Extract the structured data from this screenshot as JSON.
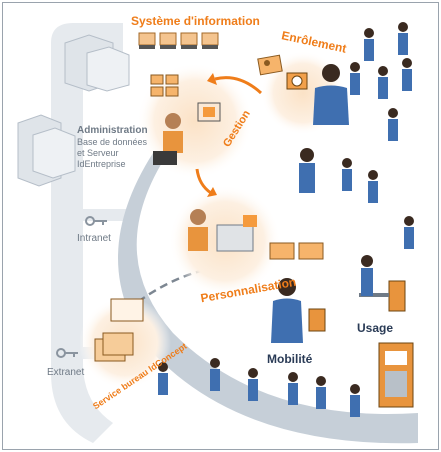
{
  "labels": {
    "systeme": "Système d'information",
    "enrolement": "Enrôlement",
    "gestion": "Gestion",
    "personnalisation": "Personnalisation",
    "usage": "Usage",
    "mobilite": "Mobilité",
    "service": "Service bureau IdConcept",
    "administration": "Administration",
    "admin_line1": "Base de données",
    "admin_line2": "et Serveur",
    "admin_line3": "IdEntreprise",
    "intranet": "Intranet",
    "extranet": "Extranet"
  },
  "colors": {
    "accent": "#ef7d1a",
    "band": "#e6eaee",
    "swoosh": "#c6cfd8",
    "blue": "#3f6fb0",
    "text_gray": "#6f7a86"
  },
  "icons": [
    "server-icon",
    "database-server-icon",
    "key-icon",
    "computer-terminal-icon",
    "card-printer-icon",
    "id-card-icon",
    "camera-icon",
    "turnstile-icon",
    "vending-machine-icon",
    "person-icon"
  ]
}
